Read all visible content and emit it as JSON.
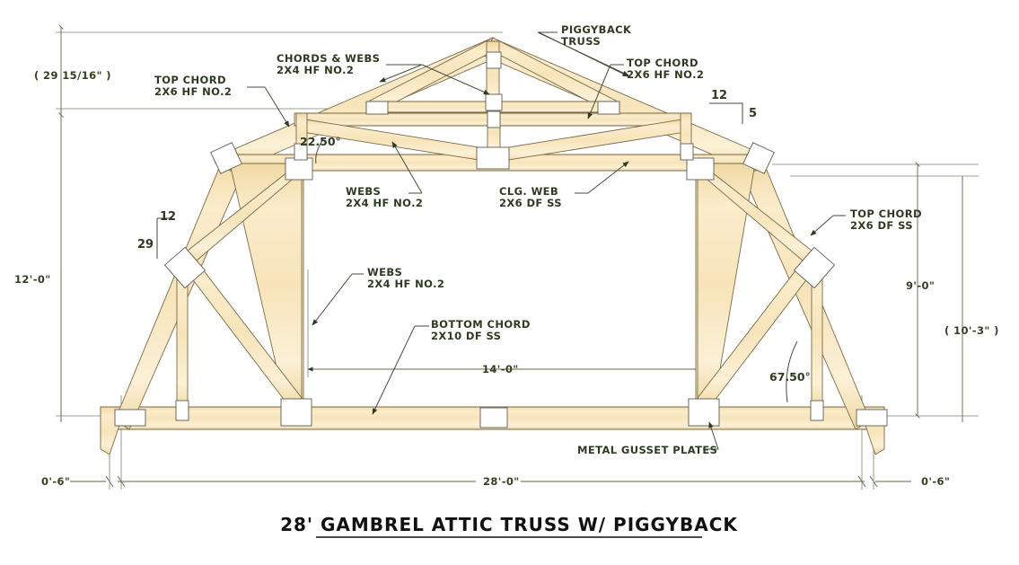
{
  "title": "28' GAMBREL ATTIC TRUSS W/ PIGGYBACK",
  "colors": {
    "wood_light": "#fbeccb",
    "wood_mid": "#f3dcab",
    "wood_edge": "#7a6a4a",
    "text": "#2f3a22",
    "dim_line": "#5d6b4a",
    "plate_fill": "#ffffff",
    "background": "#ffffff"
  },
  "annotations": {
    "piggyback_truss": {
      "line1": "PIGGYBACK",
      "line2": "TRUSS"
    },
    "chords_and_webs": {
      "line1": "CHORDS & WEBS",
      "line2": "2X4 HF NO.2"
    },
    "top_chord_left": {
      "line1": "TOP CHORD",
      "line2": "2X6 HF NO.2"
    },
    "top_chord_upper_right": {
      "line1": "TOP CHORD",
      "line2": "2X6 HF NO.2"
    },
    "top_chord_lower_right": {
      "line1": "TOP CHORD",
      "line2": "2X6 DF SS"
    },
    "webs_upper": {
      "line1": "WEBS",
      "line2": "2X4 HF NO.2"
    },
    "clg_web": {
      "line1": "CLG. WEB",
      "line2": "2X6 DF SS"
    },
    "webs_lower": {
      "line1": "WEBS",
      "line2": "2X4 HF NO.2"
    },
    "bottom_chord": {
      "line1": "BOTTOM CHORD",
      "line2": "2X10 DF SS"
    },
    "metal_gusset_plates": {
      "line1": "METAL GUSSET PLATES"
    }
  },
  "dimensions": {
    "top_left_paren": "( 29 15/16\" )",
    "left_height": "12'-0\"",
    "right_height": "9'-0\"",
    "right_paren_height": "( 10'-3\" )",
    "interior_span": "14'-0\"",
    "overall_span": "28'-0\"",
    "overhang_left": "0'-6\"",
    "overhang_right": "0'-6\""
  },
  "pitch": {
    "upper_rise": "12",
    "upper_run": "5",
    "lower_rise": "12",
    "lower_run": "29"
  },
  "angles": {
    "upper_chord_angle": "22.50°",
    "lower_chord_angle": "67.50°"
  }
}
